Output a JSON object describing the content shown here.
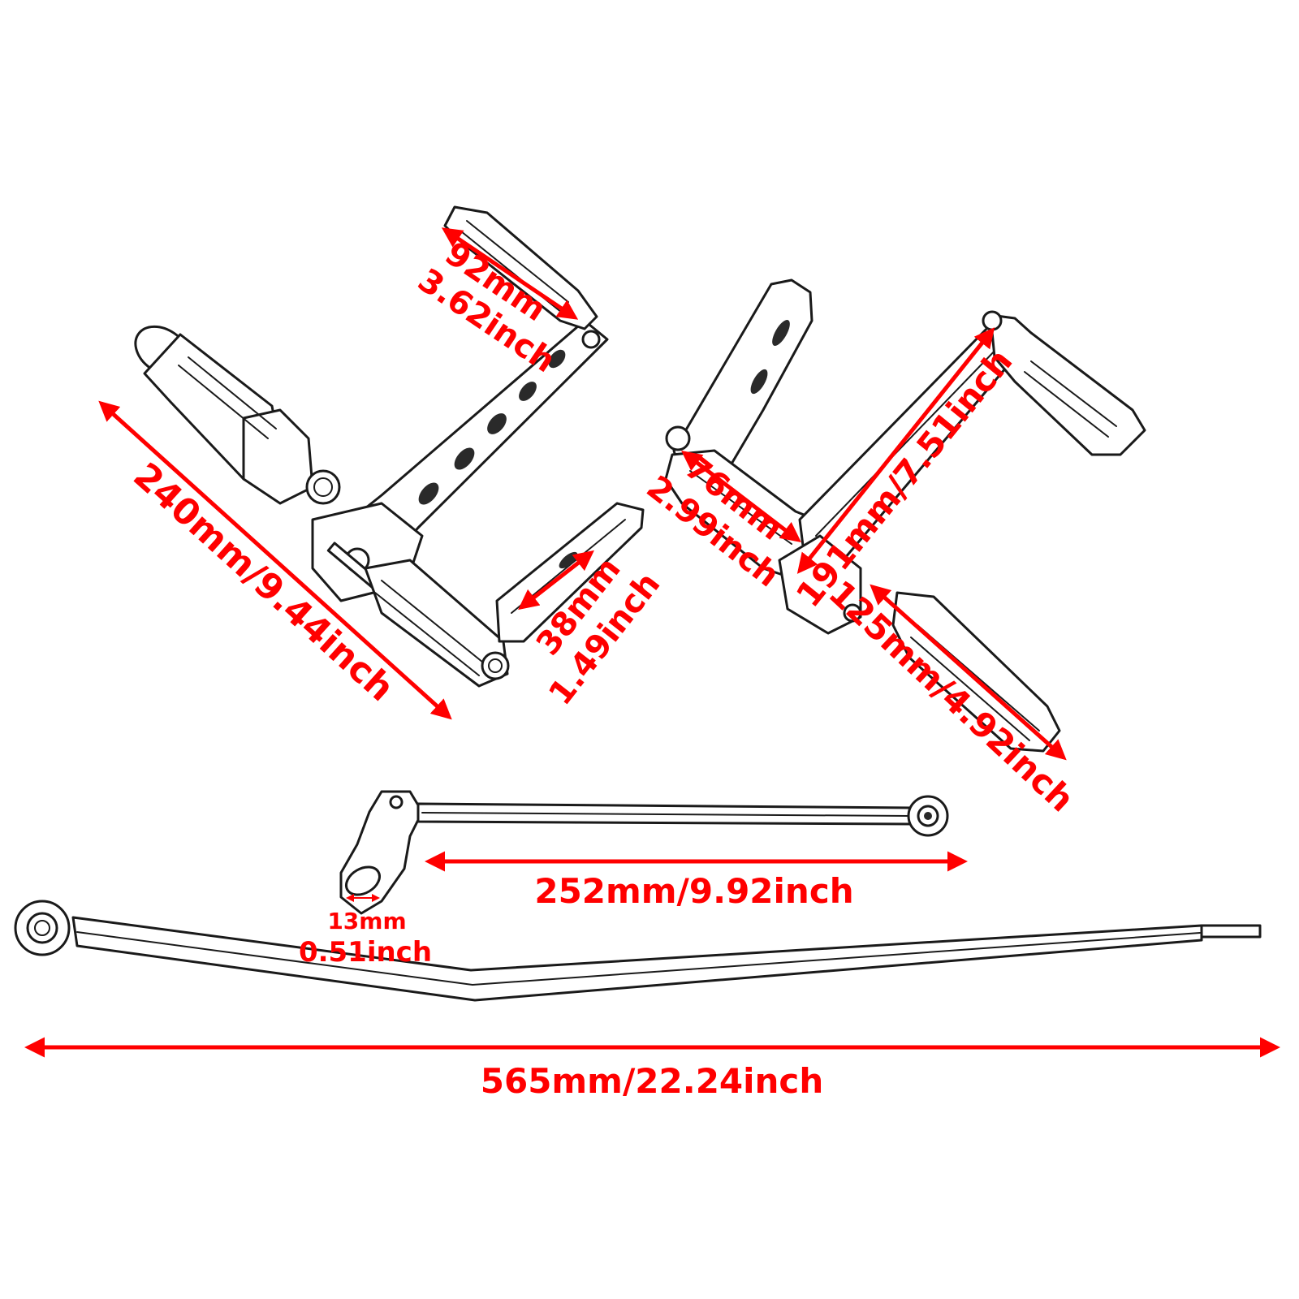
{
  "colors": {
    "accent": "#ff0000",
    "outline": "#1a1a1a",
    "background": "#ffffff"
  },
  "dimensions": {
    "overall_length": "240mm/9.44inch",
    "peg_top_line1": "92mm",
    "peg_top_line2": "3.62inch",
    "pedal_line1": "38mm",
    "pedal_line2": "1.49inch",
    "arm_line1": "76mm",
    "arm_line2": "2.99inch",
    "long_arm": "191mm/7.51inch",
    "lower_peg": "125mm/4.92inch",
    "linkage": "252mm/9.92inch",
    "bore_line1": "13mm",
    "bore_line2": "0.51inch",
    "shift_rod": "565mm/22.24inch"
  }
}
